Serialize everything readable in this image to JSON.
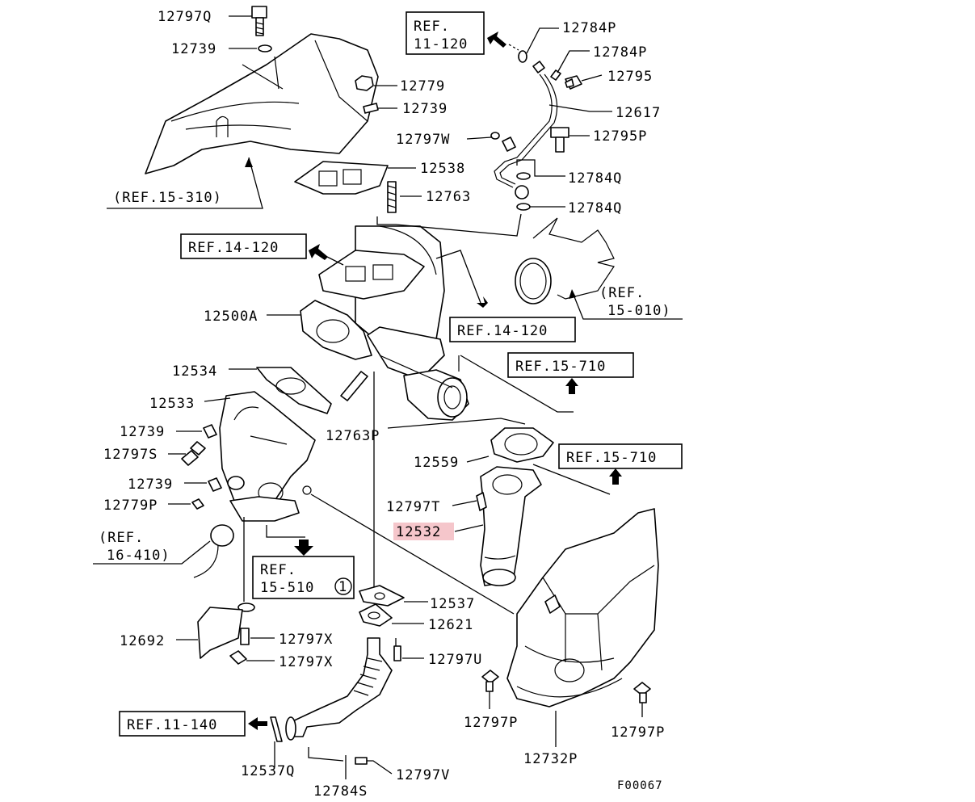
{
  "diagram_id": "F00067",
  "part_labels": {
    "p12797Q": "12797Q",
    "p12739a": "12739",
    "p12779": "12779",
    "p12739b": "12739",
    "p12797W": "12797W",
    "p12538": "12538",
    "p12763": "12763",
    "p12784Pa": "12784P",
    "p12784Pb": "12784P",
    "p12795": "12795",
    "p12617": "12617",
    "p12795P": "12795P",
    "p12784Qa": "12784Q",
    "p12784Qb": "12784Q",
    "p12500A": "12500A",
    "p12534": "12534",
    "p12533": "12533",
    "p12739c": "12739",
    "p12797S": "12797S",
    "p12739d": "12739",
    "p12779P": "12779P",
    "p12763P": "12763P",
    "p12559": "12559",
    "p12797T": "12797T",
    "p12532": "12532",
    "p12537": "12537",
    "p12621": "12621",
    "p12692": "12692",
    "p12797Xa": "12797X",
    "p12797Xb": "12797X",
    "p12797U": "12797U",
    "p12797Pa": "12797P",
    "p12797Pb": "12797P",
    "p12732P": "12732P",
    "p12537Q": "12537Q",
    "p12784S": "12784S",
    "p12797V": "12797V"
  },
  "references": {
    "ref_15_310": "(REF.15-310)",
    "ref_11_120_a": "REF.",
    "ref_11_120_b": "11-120",
    "ref_14_120_left": "REF.14-120",
    "ref_15_010_a": "(REF.",
    "ref_15_010_b": "15-010)",
    "ref_14_120_right": "REF.14-120",
    "ref_15_710_a": "REF.15-710",
    "ref_15_710_b": "REF.15-710",
    "ref_16_410_a": "(REF.",
    "ref_16_410_b": "16-410)",
    "ref_15_510_a": "REF.",
    "ref_15_510_b": "15-510",
    "ref_15_510_circle": "1",
    "ref_11_140": "REF.11-140"
  },
  "highlight": {
    "part": "12532",
    "color": "#f5c6cb"
  }
}
